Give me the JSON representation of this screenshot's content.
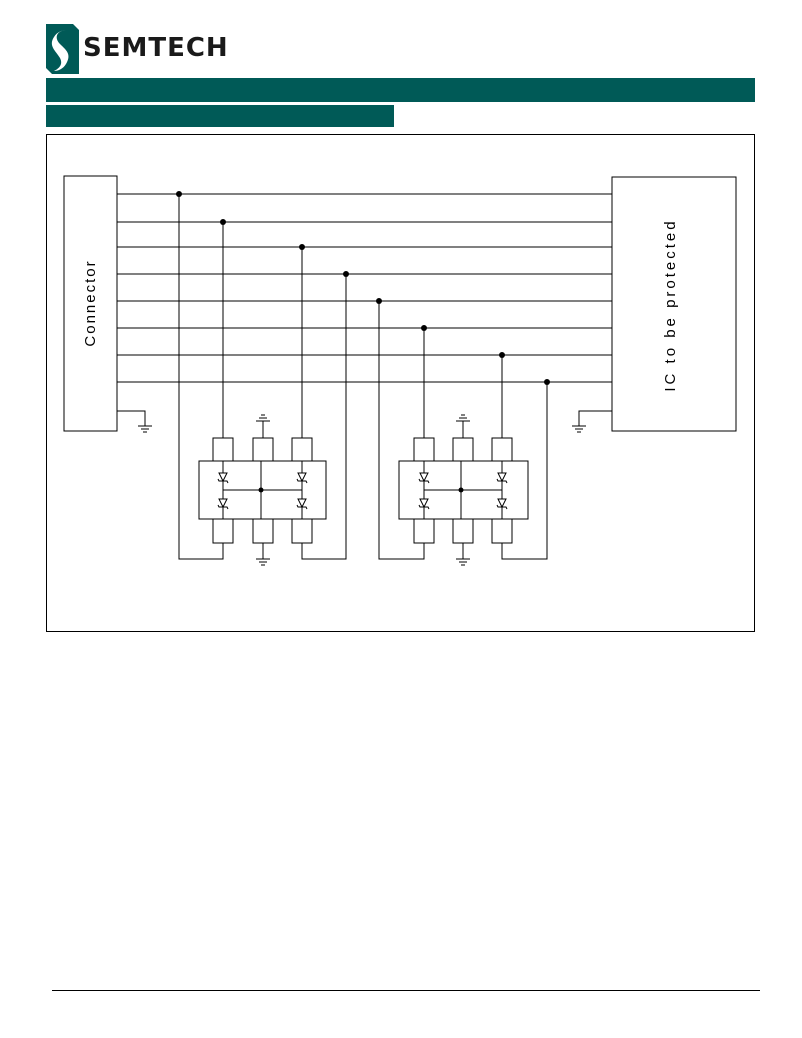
{
  "brand": {
    "name": "SEMTECH",
    "color": "#005a57"
  },
  "diagram": {
    "connector_label": "Connector",
    "ic_label": "IC to be protected"
  }
}
